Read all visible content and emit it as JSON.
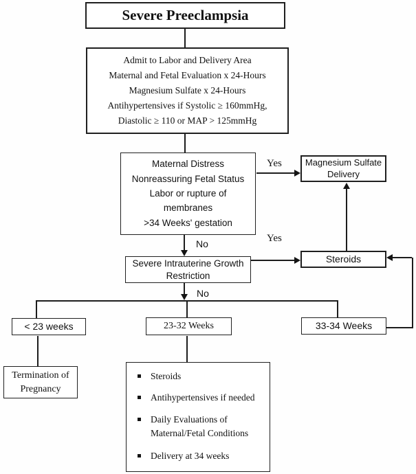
{
  "flowchart": {
    "title": "Severe Preeclampsia",
    "nodes": {
      "admit": {
        "lines": [
          "Admit to Labor and Delivery Area",
          "Maternal and Fetal Evaluation x 24-Hours",
          "Magnesium Sulfate x 24-Hours",
          "Antihypertensives if Systolic ≥ 160mmHg,",
          "Diastolic ≥ 110 or MAP > 125mmHg"
        ]
      },
      "maternal_distress": {
        "lines": [
          "Maternal Distress",
          "Nonreassuring Fetal Status",
          "Labor or rupture of",
          "membranes",
          ">34 Weeks' gestation"
        ]
      },
      "magnesium_delivery": {
        "lines": [
          "Magnesium Sulfate",
          "Delivery"
        ]
      },
      "iugr": {
        "lines": [
          "Severe Intrauterine Growth",
          "Restriction"
        ]
      },
      "steroids": {
        "label": "Steroids"
      },
      "under_23_weeks": {
        "label": "< 23 weeks"
      },
      "weeks_23_32": {
        "label": "23-32 Weeks"
      },
      "weeks_33_34": {
        "label": "33-34 Weeks"
      },
      "termination": {
        "lines": [
          "Termination of",
          "Pregnancy"
        ]
      },
      "management_23_32": {
        "bullets": [
          "Steroids",
          "Antihypertensives if needed",
          "Daily Evaluations of Maternal/Fetal Conditions",
          "Delivery at 34 weeks"
        ]
      }
    },
    "labels": {
      "yes_top": "Yes",
      "yes_mid": "Yes",
      "no_top": "No",
      "no_mid": "No"
    },
    "colors": {
      "line": "#1c1c1c",
      "text": "#111111",
      "box_bg": "#ffffff"
    }
  }
}
